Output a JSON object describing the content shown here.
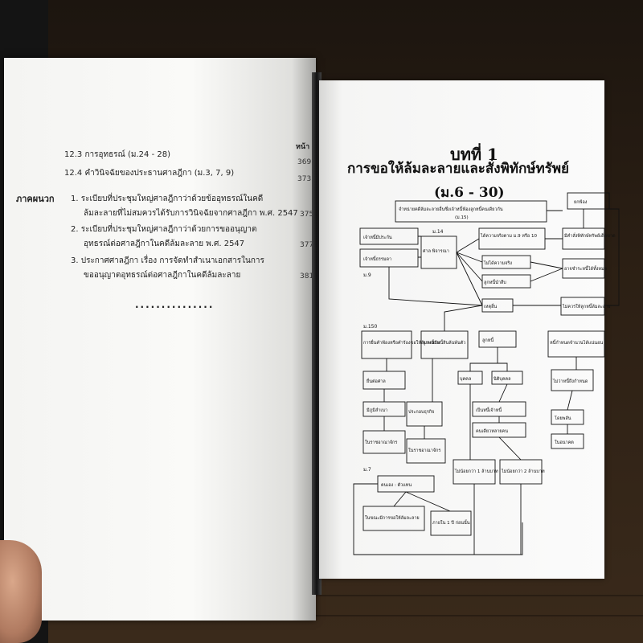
{
  "left_page": {
    "header": "หน้า",
    "entries": [
      {
        "text": "12.3 การอุทธรณ์ (ม.24 - 28)",
        "page": "369"
      },
      {
        "text": "12.4 คำวินิจฉัยของประธานศาลฎีกา (ม.3, 7, 9)",
        "page": "373"
      }
    ],
    "appendix_label": "ภาคผนวก",
    "appendix": [
      {
        "line1": "1. ระเบียบที่ประชุมใหญ่ศาลฎีกาว่าด้วยข้ออุทธรณ์ในคดี",
        "line2": "ล้มละลายที่ไม่สมควรได้รับการวินิจฉัยจากศาลฎีกา พ.ศ. 2547",
        "page": "375"
      },
      {
        "line1": "2. ระเบียบที่ประชุมใหญ่ศาลฎีกาว่าด้วยการขออนุญาต",
        "line2": "อุทธรณ์ต่อศาลฎีกาในคดีล้มละลาย พ.ศ. 2547",
        "page": "377"
      },
      {
        "line1": "3. ประกาศศาลฎีกา เรื่อง การจัดทำสำเนาเอกสารในการ",
        "line2": "ขออนุญาตอุทธรณ์ต่อศาลฎีกาในคดีล้มละลาย",
        "page": "381"
      }
    ],
    "dots": "..............."
  },
  "right_page": {
    "chapter": "บทที่ 1",
    "title": "การขอให้ล้มละลายและสั่งพิทักษ์ทรัพย์",
    "section": "(ม.6 - 30)",
    "flow": {
      "top": "จำหน่ายคดีล้มละลายอื่นซึ่งเจ้าหนี้ฟ้องลูกหนี้คนเดียวกัน",
      "top_ref": "(ม.15)",
      "dismiss": "ยกฟ้อง",
      "creditor_secured": "เจ้าหนี้มีประกัน",
      "creditor_judgment": "เจ้าหนี้ธรรมดา",
      "m14": "ม.14",
      "court": "ศาล พิจารณา",
      "proven": "ได้ความจริงตาม ม.9 หรือ 10",
      "order": "มีคำสั่งพิทักษ์ทรัพย์เด็ดขาด",
      "not_proven": "ไม่ได้ความจริง",
      "debtor_proves": "ลูกหนี้นำสืบ",
      "can_pay": "อาจชำระหนี้ได้ทั้งหมด",
      "other": "เหตุอื่น",
      "no_bankrupt": "ไม่ควรให้ลูกหนี้ล้มละลาย",
      "m9": "ม.9",
      "m150": "ม.150",
      "petition": "การยื่นคำฟ้องหรือคำร้องขอให้ล้มละลาย",
      "insolvent": "ลูกหนี้มีหนี้สินล้นพ้นตัว",
      "debtor": "ลูกหนี้",
      "debt_amount": "หนี้กำหนดจำนวนได้แน่นอน",
      "file_court": "ยื่นต่อศาล",
      "person": "บุคคล",
      "juristic": "นิติบุคคล",
      "domicile": "มีภูมิลำเนา",
      "business": "ประกอบธุรกิจ",
      "kingdom1": "ในราชอาณาจักร",
      "kingdom2": "ในราชอาณาจักร",
      "one_creditor": "เป็นหนี้เจ้าหนี้",
      "many": "คนเดียวหลายคน",
      "not_due": "ไม่ว่าหนี้ถึงกำหนด",
      "now": "โดยพลัน",
      "future": "ในอนาคต",
      "m7": "ม.7",
      "self_agent": "ตนเอง : ตัวแทน",
      "min1": "ไม่น้อยกว่า 1 ล้านบาท",
      "min2": "ไม่น้อยกว่า 2 ล้านบาท",
      "during": "ในขณะมีการขอให้ล้มละลาย",
      "within": "ภายใน 1 ปี ก่อนนั้น"
    }
  }
}
